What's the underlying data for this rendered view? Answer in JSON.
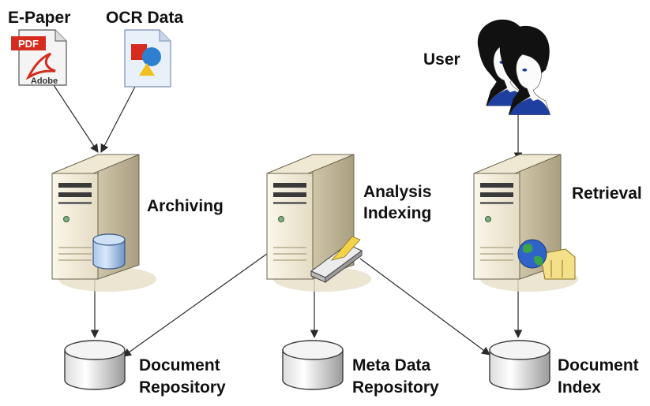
{
  "labels": {
    "epaper": "E-Paper",
    "ocr": "OCR Data",
    "user": "User",
    "archiving": "Archiving",
    "analysis_line1": "Analysis",
    "analysis_line2": "Indexing",
    "retrieval": "Retrieval",
    "docrepo_line1": "Document",
    "docrepo_line2": "Repository",
    "metarepo_line1": "Meta Data",
    "metarepo_line2": "Repository",
    "docindex_line1": "Document",
    "docindex_line2": "Index"
  },
  "icons": {
    "pdf_badge": "PDF",
    "pdf_brand": "Adobe"
  },
  "colors": {
    "pdf_red": "#d62b1f",
    "cylinder_blue": "#8fb4dc",
    "globe_blue": "#2f63c8",
    "globe_green": "#3aa44a",
    "hair": "#111111",
    "shirt": "#1f3fa0"
  }
}
